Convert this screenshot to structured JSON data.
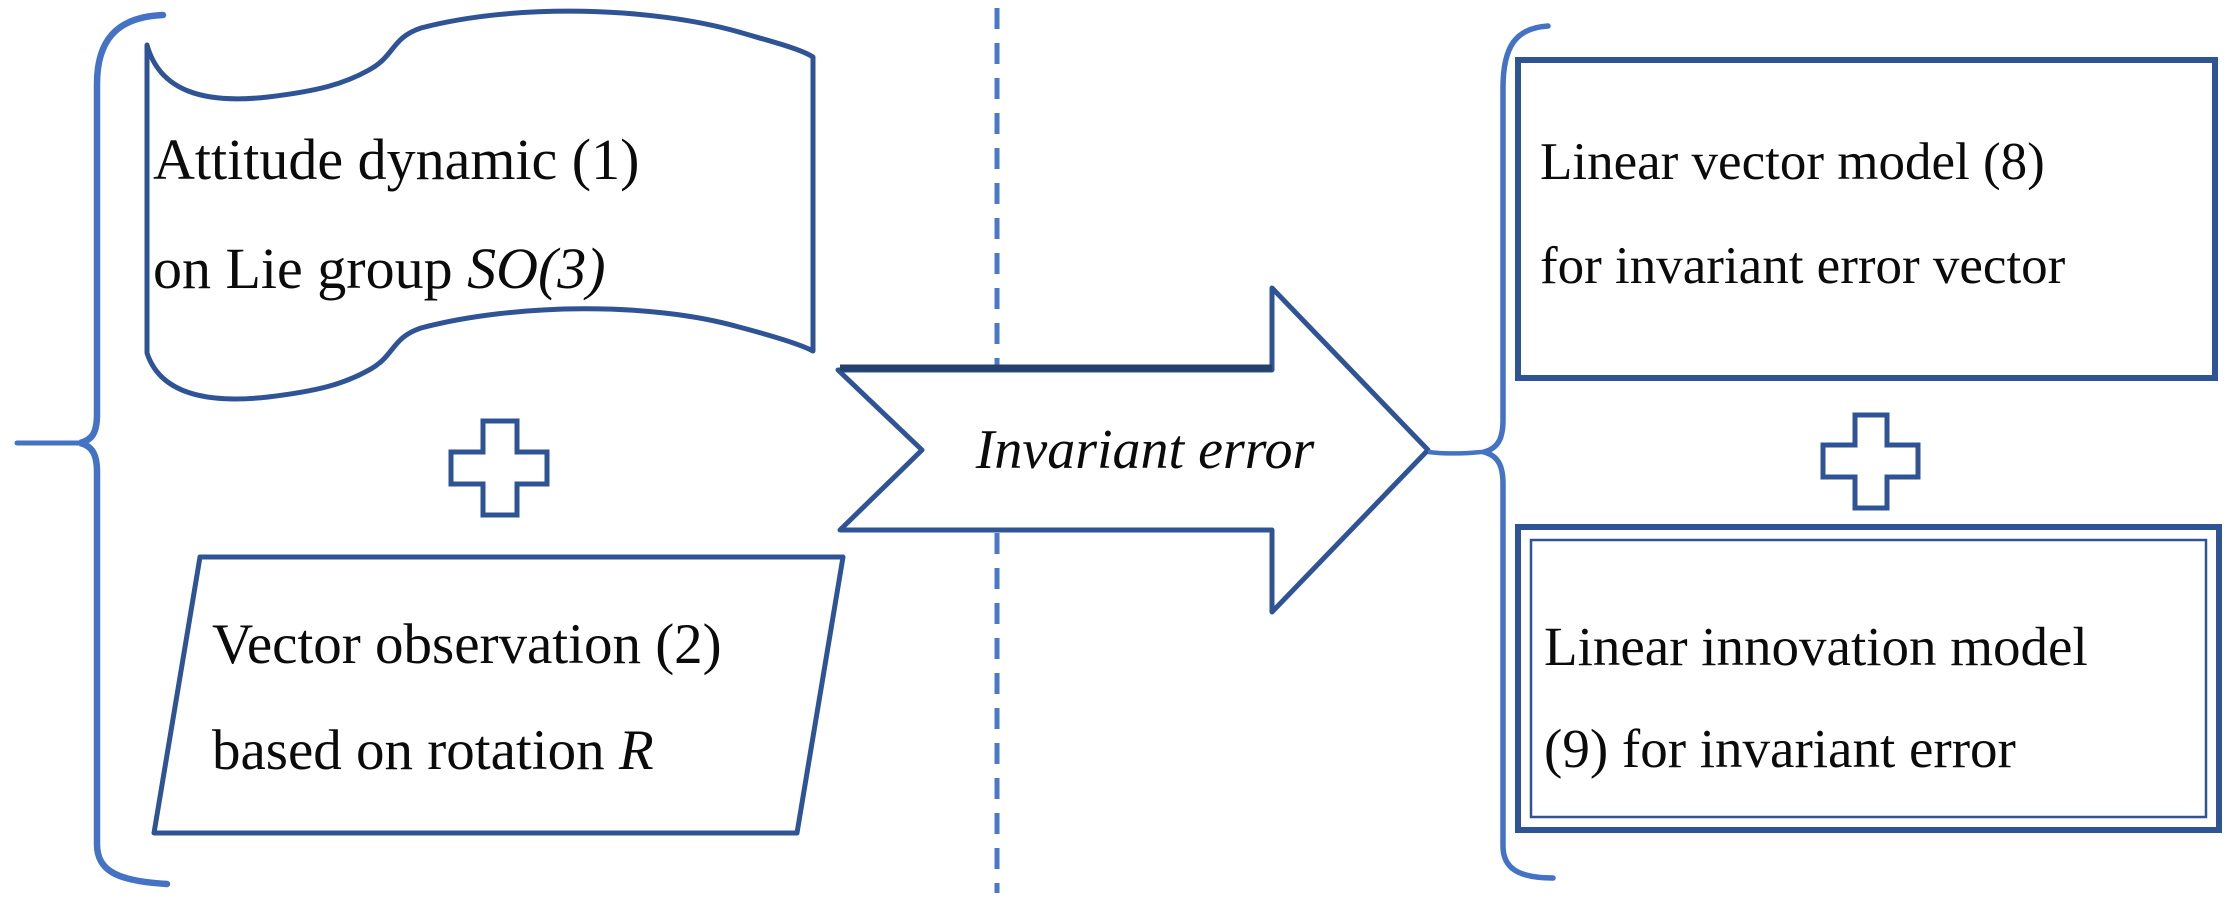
{
  "figure": {
    "background": "#ffffff",
    "colors": {
      "shape_stroke": "#2f5496",
      "shape_shadow": "#24416b",
      "brace_stroke": "#4472c4",
      "dashed_line": "#4a7ac7",
      "text": "#0b0b0b"
    },
    "left_group": {
      "wave_box": {
        "line1": "Attitude dynamic (1)",
        "line2_prefix": "on Lie group ",
        "line2_italic": "SO(3)"
      },
      "parallelogram_box": {
        "line1": "Vector observation (2)",
        "line2_prefix": "based on rotation ",
        "line2_italic": "R"
      }
    },
    "arrow": {
      "label": "Invariant error"
    },
    "right_group": {
      "top_box": {
        "line1": "Linear vector model (8)",
        "line2": "for invariant error vector"
      },
      "bottom_box": {
        "line1": "Linear innovation model",
        "line2": "(9) for invariant error"
      }
    }
  }
}
